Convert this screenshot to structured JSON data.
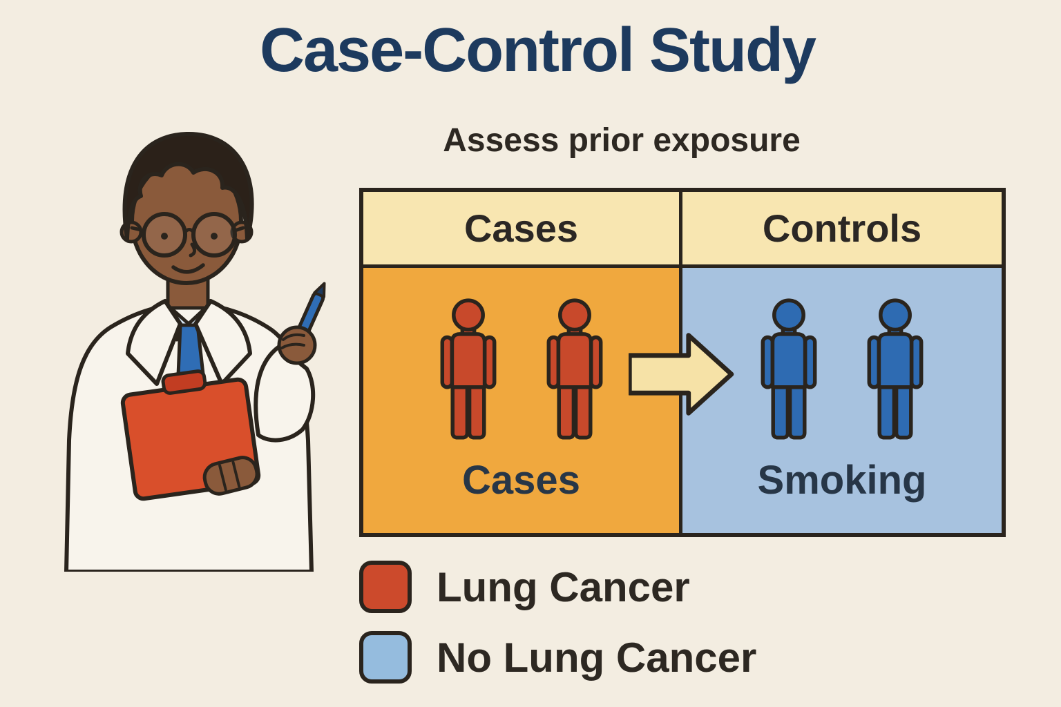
{
  "title": "Case-Control Study",
  "subtitle": "Assess prior exposure",
  "table": {
    "headers": [
      "Cases",
      "Controls"
    ],
    "cells": [
      {
        "label": "Cases",
        "figure_count": 2,
        "figure_color": "#c8492b"
      },
      {
        "label": "Smoking",
        "figure_count": 2,
        "figure_color": "#2e6bb2"
      }
    ]
  },
  "legend": [
    {
      "label": "Lung Cancer",
      "color": "#cc4a2c"
    },
    {
      "label": "No Lung Cancer",
      "color": "#95bcde"
    }
  ],
  "colors": {
    "background": "#f3ede1",
    "title": "#1d3a5e",
    "text": "#2d2822",
    "header_text": "#2b2724",
    "cell_label": "#273647",
    "header_bg": "#f8e6b1",
    "cases_bg": "#f0a83e",
    "controls_bg": "#a7c2df",
    "arrow": "#f6e2a7",
    "outline": "#2a241d"
  }
}
